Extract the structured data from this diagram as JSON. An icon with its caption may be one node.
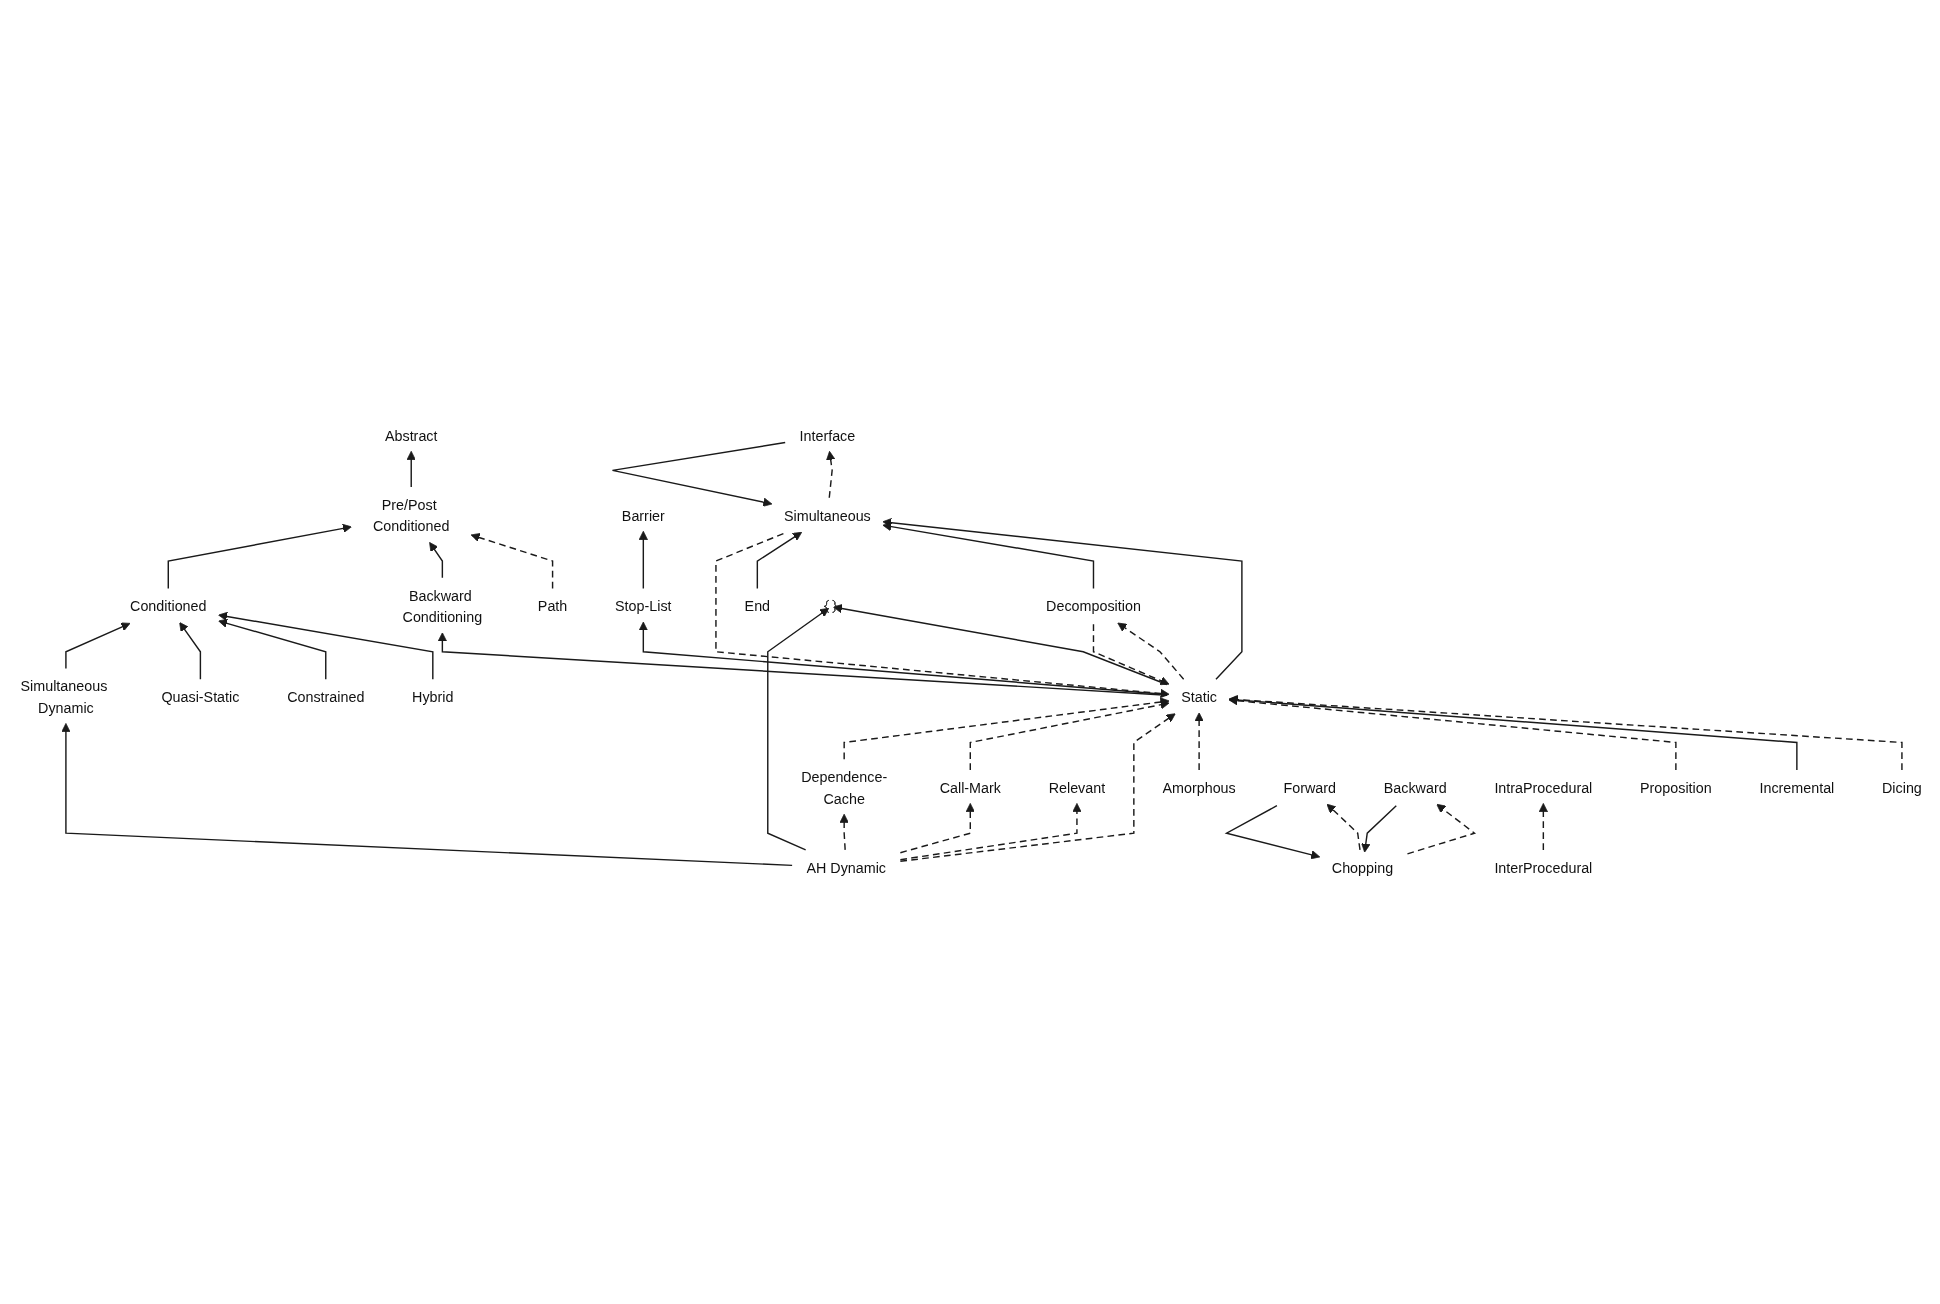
{
  "diagram": {
    "nodes": [
      {
        "text": [
          "Path"
        ]
      },
      {
        "text": [
          "Pre/Post Conditioned"
        ]
      },
      {
        "text": [
          "Abstract"
        ]
      },
      {
        "text": [
          "Backward Conditioning"
        ]
      },
      {
        "text": [
          "Conditioned"
        ]
      },
      {
        "text": [
          "Dicing"
        ]
      },
      {
        "text": [
          "Hybrid"
        ]
      },
      {
        "text": [
          "Constrained"
        ]
      },
      {
        "text": [
          "Quasi-Static"
        ]
      },
      {
        "text": [
          "Simultaneous Dynamic"
        ]
      },
      {
        "text": [
          "Incremental"
        ]
      },
      {
        "text": [
          "Proposition"
        ]
      },
      {
        "text": [
          "Amorphous"
        ]
      },
      {
        "text": [
          "Static"
        ]
      },
      {
        "text": [
          "AH Dynamic"
        ]
      },
      {
        "text": [
          "Relevant"
        ]
      },
      {
        "text": [
          "Stop-List"
        ]
      },
      {
        "text": [
          "Call-Mark"
        ]
      },
      {
        "text": [
          "Chopping"
        ]
      },
      {
        "text": [
          "Dependence-Cache"
        ]
      },
      {
        "text": [
          "Barrier"
        ]
      },
      {
        "text": [
          "Simultaneous"
        ]
      },
      {
        "text": [
          "Decomposition"
        ]
      },
      {
        "text": [
          "Forward"
        ]
      },
      {
        "text": [
          "Backward"
        ]
      },
      {
        "text": [
          "End"
        ]
      },
      {
        "text": [
          "Interface"
        ]
      },
      {
        "text": [
          "InterProcedural"
        ]
      },
      {
        "text": [
          "IntraProcedural"
        ]
      },
      {
        "text": [],
        "shape": "brace"
      }
    ],
    "edges": [
      {
        "from": 0,
        "to": 1,
        "arrow": "to",
        "style": "dashed"
      },
      {
        "from": 1,
        "to": 2,
        "arrow": "to"
      },
      {
        "from": 3,
        "to": 1,
        "arrow": "to"
      },
      {
        "from": 4,
        "to": 1,
        "arrow": "to"
      },
      {
        "from": 6,
        "to": 4,
        "arrow": "to"
      },
      {
        "from": 7,
        "to": 4,
        "arrow": "to"
      },
      {
        "from": 8,
        "to": 4,
        "arrow": "to"
      },
      {
        "from": 9,
        "to": 4,
        "arrow": "to"
      },
      {
        "from": 13,
        "to": 3,
        "arrow": "to"
      },
      {
        "from": 5,
        "to": 13,
        "arrow": "to",
        "style": "dashed"
      },
      {
        "from": 10,
        "to": 13,
        "arrow": "to"
      },
      {
        "from": 11,
        "to": 13,
        "arrow": "to",
        "style": "dashed"
      },
      {
        "from": 12,
        "to": 13,
        "arrow": "to",
        "style": "dashed"
      },
      {
        "from": 13,
        "to": 29,
        "arrow": "to"
      },
      {
        "from": 14,
        "to": 29,
        "arrow": "to"
      },
      {
        "from": 14,
        "to": 9,
        "arrow": "to"
      },
      {
        "from": 14,
        "to": 13,
        "arrow": "to",
        "style": "dashed"
      },
      {
        "from": 14,
        "to": 15,
        "arrow": "to",
        "style": "dashed"
      },
      {
        "from": 14,
        "to": 17,
        "arrow": "to",
        "style": "dashed"
      },
      {
        "from": 14,
        "to": 19,
        "arrow": "to",
        "style": "dashed"
      },
      {
        "from": 17,
        "to": 13,
        "arrow": "to",
        "style": "dashed"
      },
      {
        "from": 19,
        "to": 13,
        "arrow": "to",
        "style": "dashed"
      },
      {
        "from": 13,
        "to": 16,
        "arrow": "to"
      },
      {
        "from": 16,
        "to": 20,
        "arrow": "to"
      },
      {
        "from": 13,
        "to": 21,
        "arrow": "to"
      },
      {
        "from": 21,
        "to": 13,
        "arrow": "to",
        "style": "dashed"
      },
      {
        "from": 22,
        "to": 13,
        "arrow": "to",
        "style": "dashed"
      },
      {
        "from": 13,
        "to": 22,
        "arrow": "to",
        "style": "dashed"
      },
      {
        "from": 22,
        "to": 21,
        "arrow": "to"
      },
      {
        "from": 25,
        "to": 21,
        "arrow": "to"
      },
      {
        "from": 21,
        "to": 26,
        "arrow": "to",
        "style": "dashed"
      },
      {
        "from": 26,
        "to": 21,
        "arrow": "to"
      },
      {
        "from": 18,
        "to": 23,
        "arrow": "to",
        "style": "dashed"
      },
      {
        "from": 23,
        "to": 18,
        "arrow": "to"
      },
      {
        "from": 24,
        "to": 18,
        "arrow": "to"
      },
      {
        "from": 18,
        "to": 24,
        "arrow": "to",
        "style": "dashed"
      },
      {
        "from": 27,
        "to": 28,
        "arrow": "to",
        "style": "dashed"
      }
    ]
  }
}
